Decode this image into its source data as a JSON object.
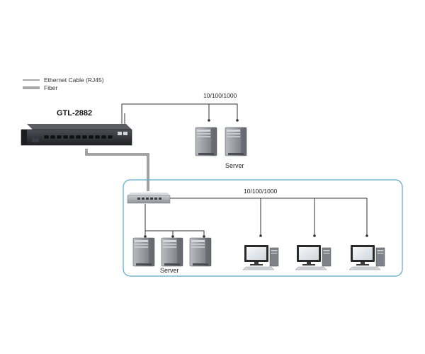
{
  "legend": {
    "ethernet_label": "Ethernet Cable (RJ45)",
    "fiber_label": "Fiber"
  },
  "main_switch": {
    "title": "GTL-2882"
  },
  "top_group": {
    "speed_label": "10/100/1000",
    "server_label": "Server"
  },
  "lan_group": {
    "speed_label": "10/100/1000",
    "server_label": "Server"
  },
  "colors": {
    "cable": "#333333",
    "enclosure": "#5aa9c8",
    "tower": "#9a9ea2",
    "switch_body": "#2c2f33",
    "monitor": "#2a2a2a"
  }
}
